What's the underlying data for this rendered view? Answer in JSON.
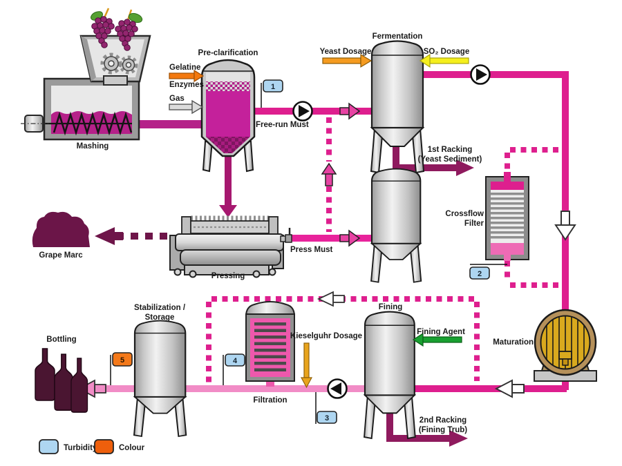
{
  "process_labels": {
    "mashing": "Mashing",
    "pre_clarification": "Pre-clarification",
    "pressing": "Pressing",
    "fermentation": "Fermentation",
    "crossflow_line1": "Crossflow",
    "crossflow_line2": "Filter",
    "maturation": "Maturation",
    "fining": "Fining",
    "filtration": "Filtration",
    "stabilization_line1": "Stabilization /",
    "stabilization_line2": "Storage",
    "bottling": "Bottling"
  },
  "stream_labels": {
    "free_run_must": "Free-run Must",
    "press_must": "Press Must",
    "grape_marc": "Grape Marc",
    "racking1_line1": "1st Racking",
    "racking1_line2": "(Yeast Sediment)",
    "racking2_line1": "2nd Racking",
    "racking2_line2": "(Fining Trub)"
  },
  "dosage_labels": {
    "gelatine": "Gelatine",
    "enzymes": "Enzymes",
    "gas": "Gas",
    "yeast_dosage": "Yeast Dosage",
    "so2_dosage": "SO₂ Dosage",
    "fining_agent": "Fining Agent",
    "kieselguhr_dosage": "Kieselguhr Dosage"
  },
  "measurement_points": {
    "p1": "1",
    "p2": "2",
    "p3": "3",
    "p4": "4",
    "p5": "5"
  },
  "legend": {
    "turbidity": "Turbidity",
    "colour": "Colour"
  },
  "colors": {
    "must_line": "#DE1F8E",
    "light_wine_line": "#F18CC6",
    "sediment_line": "#8F1A5E",
    "dark_marc": "#6E1549",
    "turbidity_badge": "#AED6F1",
    "colour_badge": "#F4791A",
    "legend_colour": "#EE5F0C",
    "yeast_orange": "#F59B20",
    "gelatine_orange": "#F4790E",
    "kieselguhr_amber": "#E8A41C",
    "so2_yellow": "#F5EF1D",
    "fining_green": "#18A030",
    "barrel_gold": "#D9A91E",
    "grape_purple": "#93266F"
  }
}
